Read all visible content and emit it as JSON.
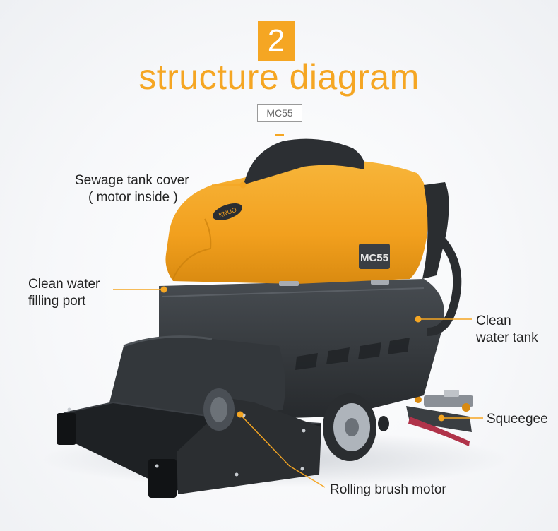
{
  "header": {
    "number": "2",
    "title": "structure diagram",
    "model": "MC55"
  },
  "machine": {
    "brand_badge": "KNUO",
    "model_plate": "MC55"
  },
  "callouts": {
    "sewage_tank_cover": {
      "line1": "Sewage tank cover",
      "line2": "( motor inside )"
    },
    "clean_water_filling_port": {
      "line1": "Clean water",
      "line2": "filling port"
    },
    "clean_water_tank": {
      "line1": "Clean",
      "line2": "water tank"
    },
    "squeegee": {
      "line1": "Squeegee"
    },
    "rolling_brush_motor": {
      "line1": "Rolling brush motor"
    }
  },
  "colors": {
    "accent": "#f5a623",
    "body_dark": "#2f3337",
    "cover_yellow": "#f2a01e",
    "leader_line": "#f5a623"
  }
}
